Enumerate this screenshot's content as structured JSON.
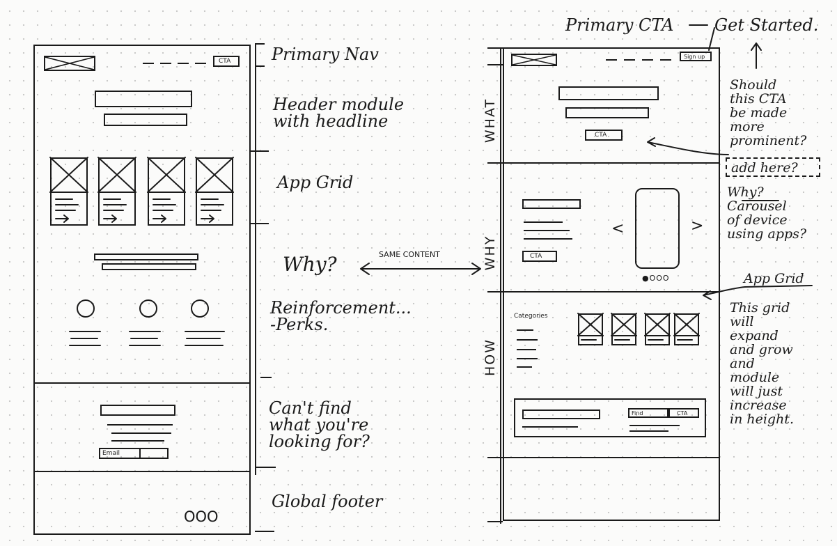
{
  "left_labels": {
    "primary_nav": "Primary Nav",
    "header_module": "Header module\nwith headline",
    "app_grid": "App Grid",
    "why": "Why?",
    "same_content": "SAME CONTENT",
    "reinforcement": "Reinforcement...\n-Perks.",
    "cant_find": "Can't find\nwhat you're\nlooking for?",
    "global_footer": "Global footer"
  },
  "left_wireframe": {
    "nav_cta": "CTA",
    "email_label": "Email",
    "footer_dots": "OOO"
  },
  "right_wireframe": {
    "sections": [
      "WHAT",
      "WHY",
      "HOW"
    ],
    "nav_cta": "Sign up",
    "hero_cta": "CTA",
    "why_cta": "CTA",
    "carousel_prev": "<",
    "carousel_next": ">",
    "carousel_dots": "●OOO",
    "categories_label": "Categories",
    "banner_btn_1": "Find",
    "banner_btn_2": "CTA"
  },
  "right_notes": {
    "primary_cta": "Primary CTA",
    "get_started": "Get Started.",
    "should_cta": "Should\nthis CTA\nbe made\nmore\nprominent?",
    "add_here": "add here?",
    "why_carousel": "Why?\nCarousel\nof device\nusing apps?",
    "app_grid": "App Grid",
    "grid_expand": "This grid\nwill\nexpand\nand grow\nand\nmodule\nwill just\nincrease\nin height."
  }
}
